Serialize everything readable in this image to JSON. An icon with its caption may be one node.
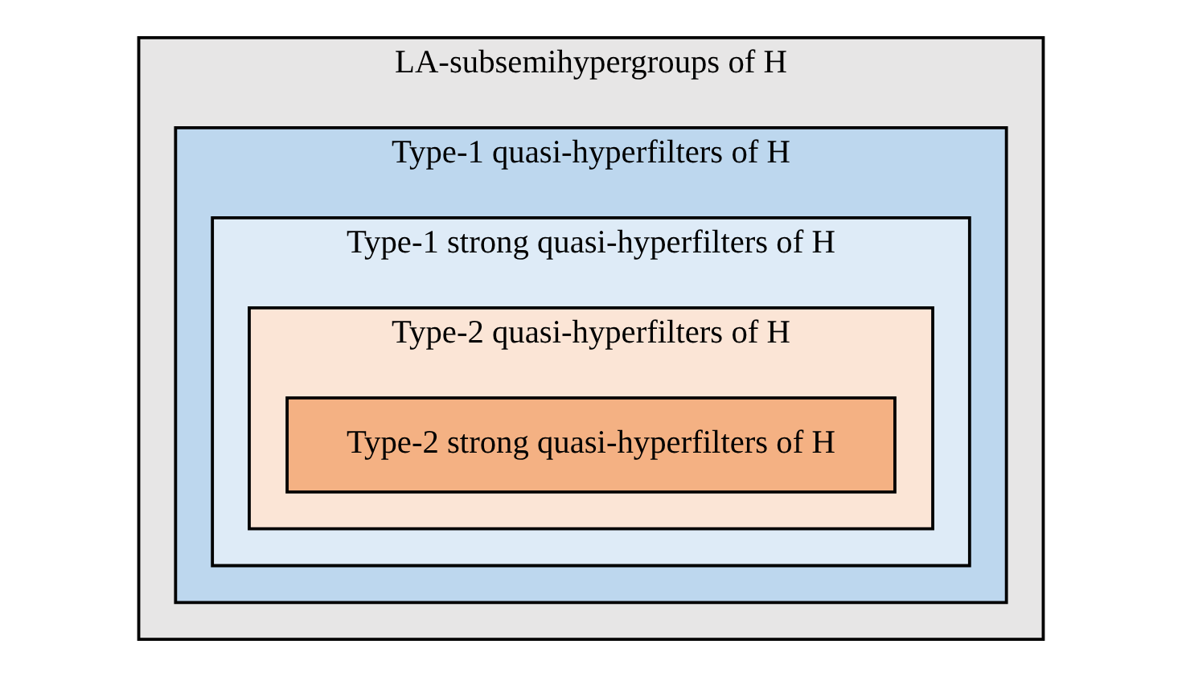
{
  "diagram": {
    "nodes": [
      {
        "text": [
          "LA-subsemihypergroups of H"
        ]
      },
      {
        "text": [
          "Type-1 quasi-hyperfilters of H"
        ],
        "in": 0
      },
      {
        "text": [
          "Type-1 strong quasi-hyperfilters of H"
        ],
        "in": 1
      },
      {
        "text": [
          "Type-2 quasi-hyperfilters of H"
        ],
        "in": 2
      },
      {
        "text": [
          "Type-2 strong quasi-hyperfilters of H"
        ],
        "in": 3
      }
    ]
  }
}
